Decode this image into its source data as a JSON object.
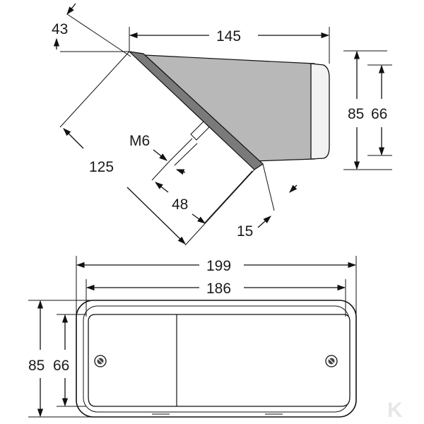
{
  "side_view": {
    "dim_angle": "43",
    "dim_depth": "145",
    "dim_diag": "125",
    "dim_thread": "M6",
    "dim_bolt_spacing": "48",
    "dim_offset": "15",
    "dim_height_outer": "85",
    "dim_height_inner": "66"
  },
  "front_view": {
    "dim_width_outer": "199",
    "dim_width_inner": "186",
    "dim_height_outer": "85",
    "dim_height_inner": "66"
  },
  "watermark": "K",
  "colors": {
    "lens_gray": "#b8b8b8",
    "cap_light": "#f2f2f2",
    "line": "#111111",
    "plate": "#7a7a7a"
  }
}
